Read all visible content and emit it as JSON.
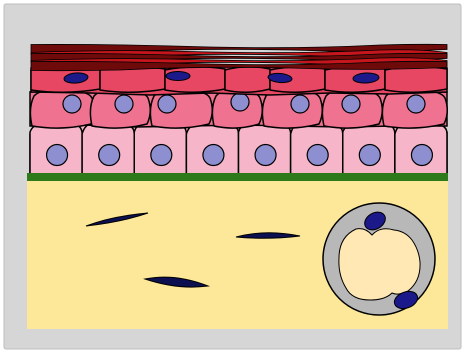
{
  "diagram": {
    "colors": {
      "frame_outer": "#ffffff",
      "frame_inner": "#d6d6d6",
      "outline": "#000000",
      "keratin_dark": "#6e0a0a",
      "keratin_red": "#c4161c",
      "granular_cell": "#e84763",
      "granular_nucleus": "#1c1a8a",
      "spinous_cell": "#ef7290",
      "spinous_nucleus": "#8d8fd0",
      "basal_cell": "#f6b5c8",
      "basal_nucleus": "#8d8fd0",
      "basement_membrane": "#2e7a1a",
      "connective_tissue": "#fde89a",
      "fibroblast_nucleus": "#0c1050",
      "vessel_wall": "#b8b8b8",
      "vessel_lumen": "#ffe8b3",
      "endothelial_nucleus": "#1c1a8a"
    },
    "counts": {
      "keratin_layers": 5,
      "granular_cells": 7,
      "spinous_cells": 7,
      "basal_cells": 8,
      "fibroblasts": 3,
      "endothelial_nuclei": 2
    }
  }
}
